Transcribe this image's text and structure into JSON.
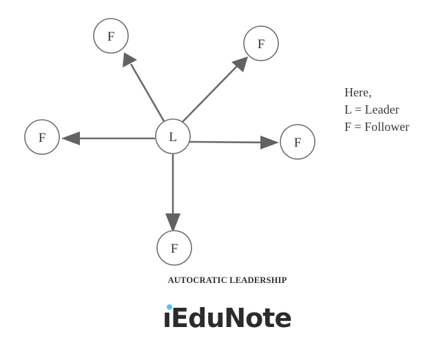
{
  "nodes": {
    "leader": "L",
    "follower_top_left": "F",
    "follower_top_right": "F",
    "follower_left": "F",
    "follower_right": "F",
    "follower_bottom": "F"
  },
  "legend": {
    "heading": "Here,",
    "leader_line": "L = Leader",
    "follower_line": "F = Follower"
  },
  "caption": "AUTOCRATIC LEADERSHIP",
  "logo": {
    "text": "iEduNote",
    "accent_color": "#5bc2e7"
  }
}
